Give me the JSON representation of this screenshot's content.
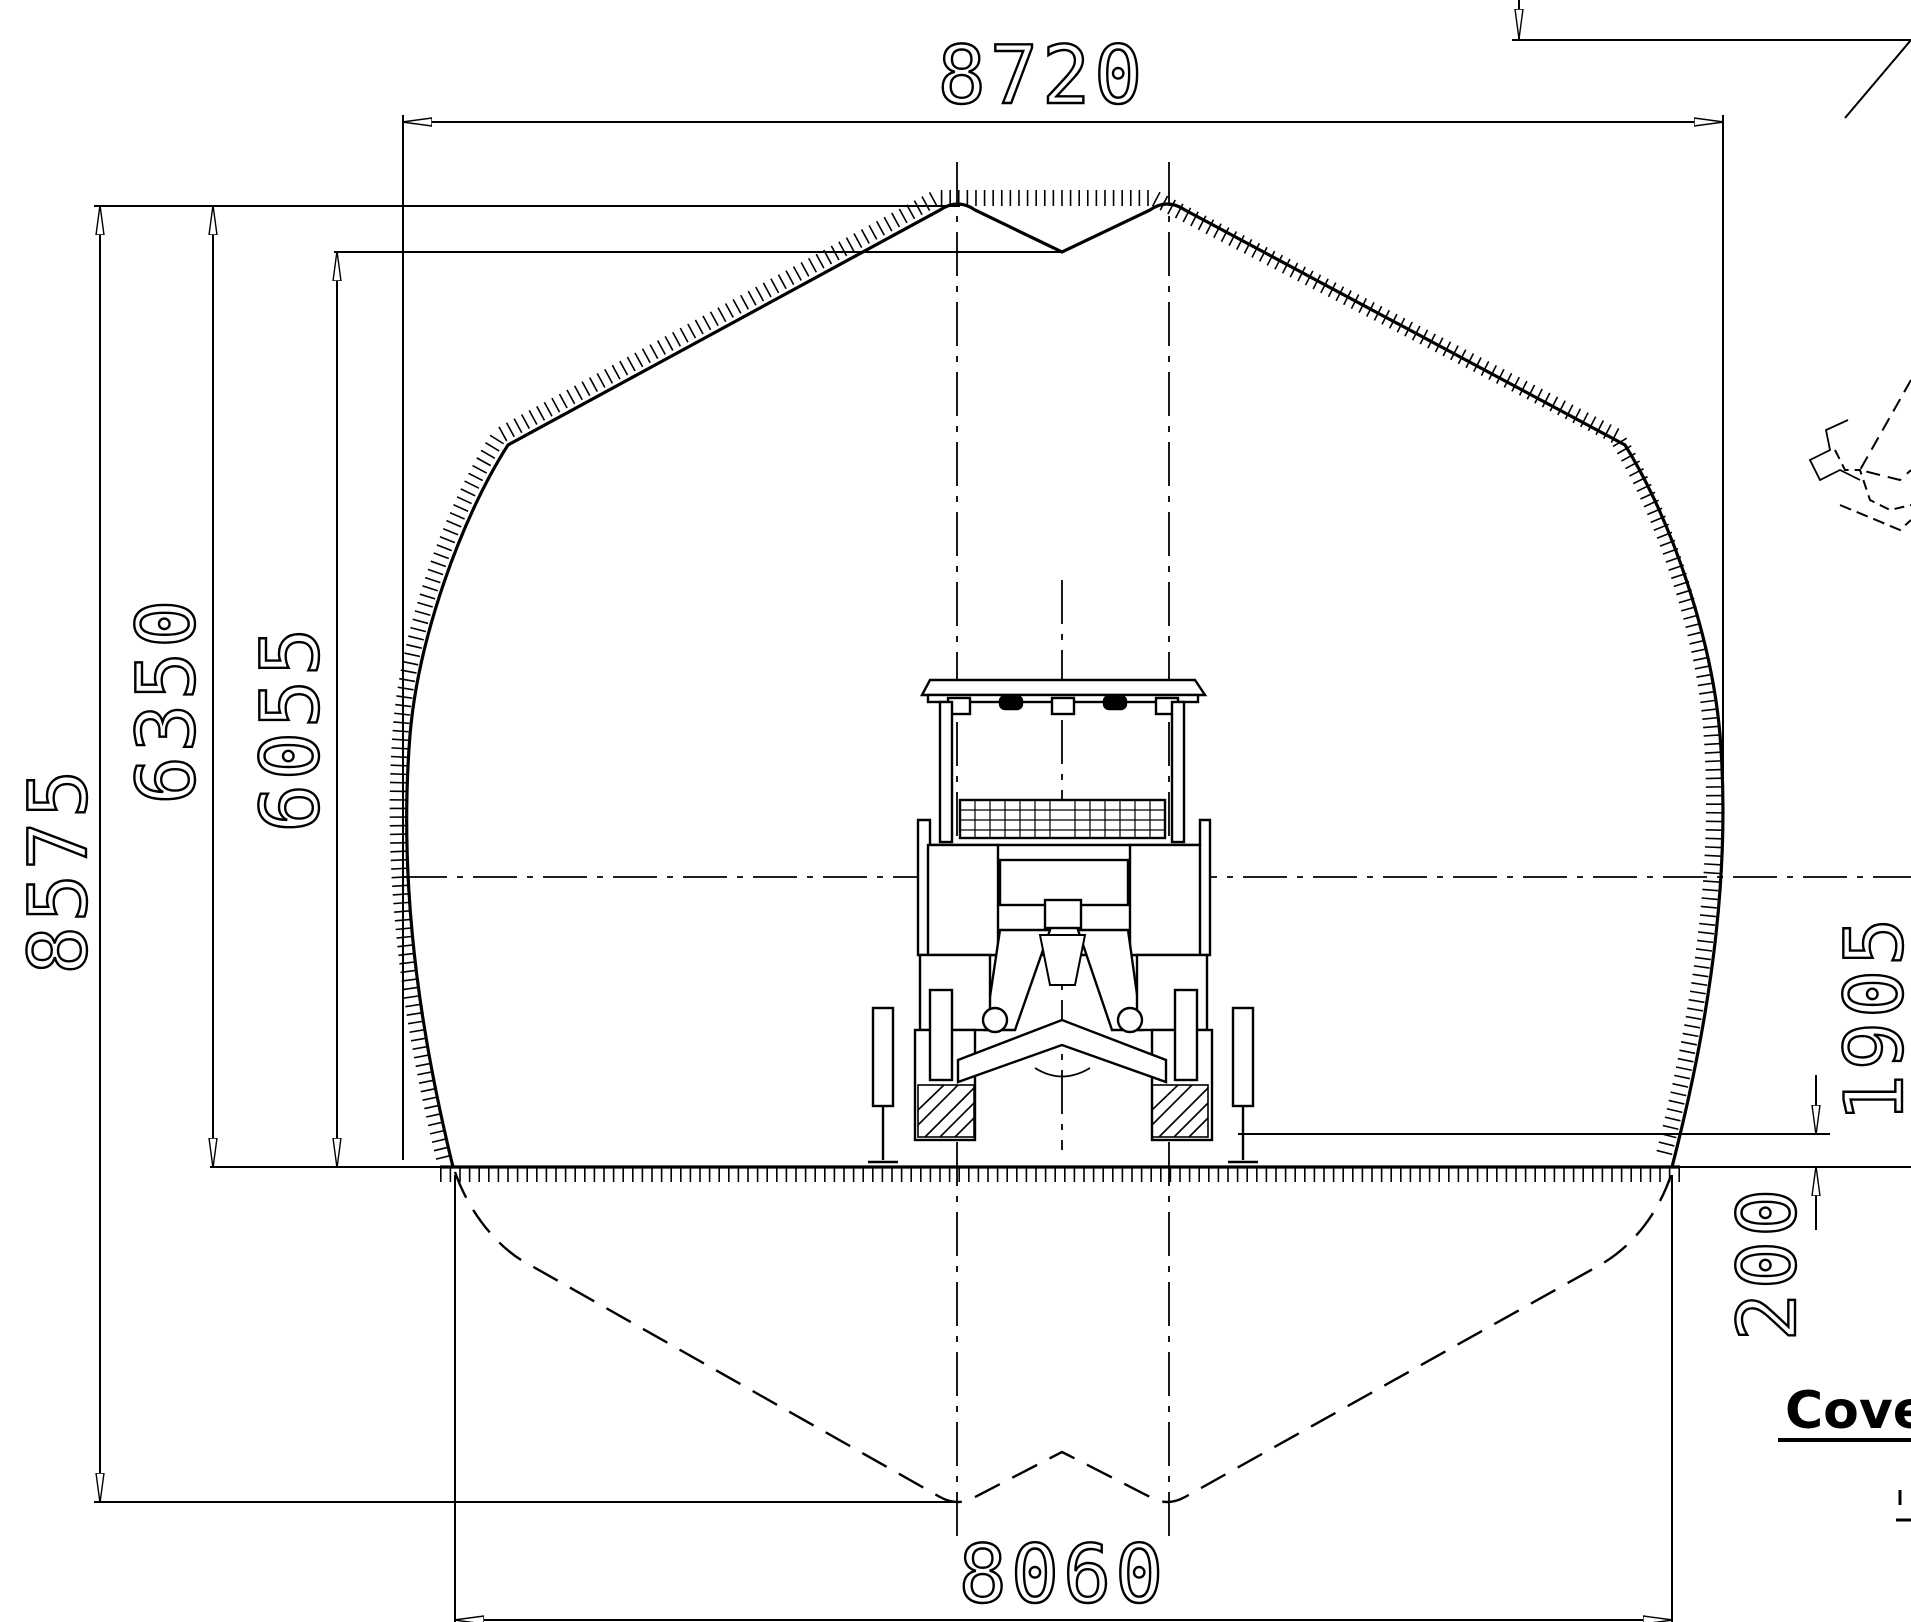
{
  "dimensions": {
    "top_width": "8720",
    "bottom_width": "8060",
    "total_height": "8575",
    "crown_height": "6350",
    "notch_height": "6055",
    "clearance_side": "1905",
    "floor_offset": "200"
  },
  "cover_label": "Cover",
  "colors": {
    "line": "#000000",
    "background": "#ffffff"
  }
}
